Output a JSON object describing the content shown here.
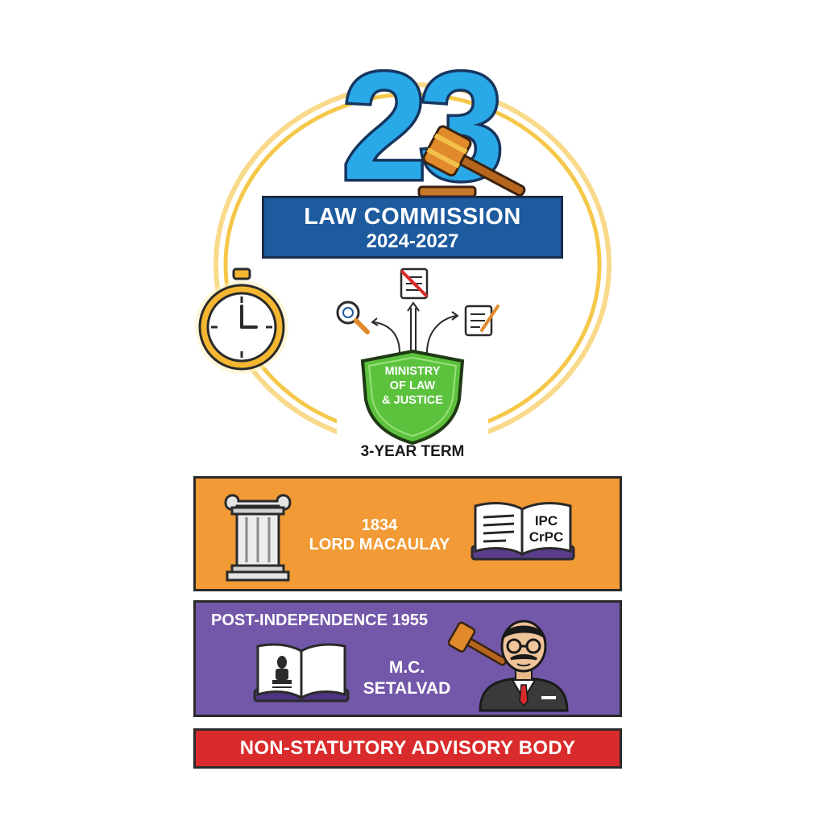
{
  "header": {
    "number": "23",
    "title": "LAW COMMISSION",
    "period": "2024-2027"
  },
  "ministry": {
    "shield_lines": [
      "MINISTRY",
      "OF LAW",
      "& JUSTICE"
    ]
  },
  "term": "3-YEAR TERM",
  "history": {
    "colonial": {
      "year": "1834",
      "founder": "LORD MACAULAY",
      "codes": [
        "IPC",
        "CrPC"
      ]
    },
    "post_independence": {
      "heading": "POST-INDEPENDENCE 1955",
      "chair_lines": [
        "M.C.",
        "SETALVAD"
      ]
    }
  },
  "status_label": "NON-STATUTORY ADVISORY BODY",
  "icons": [
    "gavel-icon",
    "stopwatch-icon",
    "magnifier-icon",
    "scroll-cancel-icon",
    "document-edit-icon",
    "shield-icon",
    "pillar-icon",
    "open-book-icon",
    "emblem-book-icon",
    "judge-avatar-icon"
  ],
  "colors": {
    "blue": "#1d5a9e",
    "sky": "#2aa9e8",
    "orange": "#f29a35",
    "purple": "#7358aa",
    "red": "#d92b2b",
    "green": "#5cc23d",
    "gold": "#f5c84a"
  }
}
